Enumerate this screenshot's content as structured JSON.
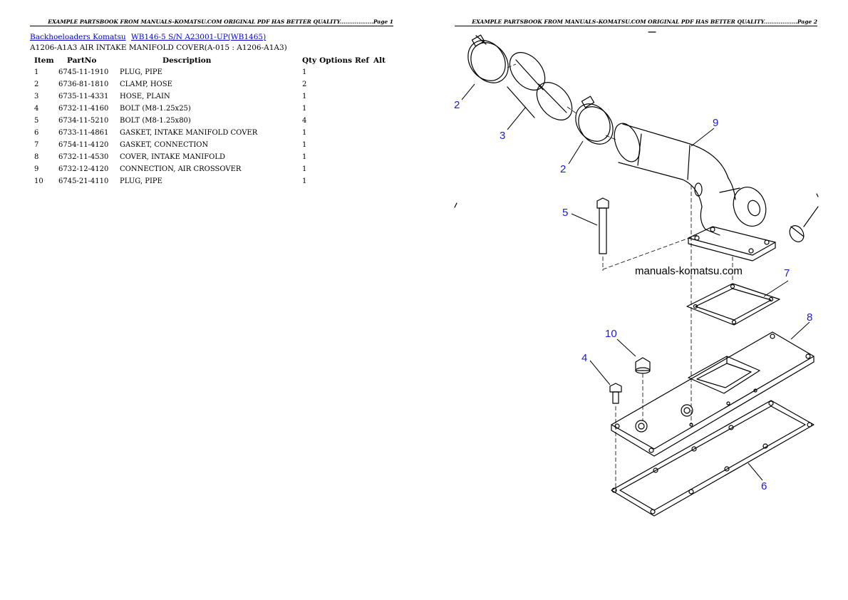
{
  "header": {
    "left": "EXAMPLE PARTSBOOK FROM MANUALS-KOMATSU.COM ORIGINAL PDF HAS BETTER QUALITY..................Page 1",
    "right": "EXAMPLE PARTSBOOK FROM MANUALS-KOMATSU.COM ORIGINAL PDF HAS BETTER QUALITY..................Page 2"
  },
  "breadcrumb": {
    "category": "Backhoeloaders Komatsu",
    "model": "WB146-5 S/N A23001-UP(WB1465)"
  },
  "group_title": "A1206-A1A3 AIR INTAKE MANIFOLD COVER(A-015 : A1206-A1A3)",
  "table": {
    "headers": {
      "item": "Item",
      "partno": "PartNo",
      "description": "Description",
      "qty": "Qty",
      "options": "Options",
      "ref": "Ref",
      "alt": "Alt"
    },
    "rows": [
      {
        "item": "1",
        "partno": "6745-11-1910",
        "description": "PLUG, PIPE",
        "qty": "1"
      },
      {
        "item": "2",
        "partno": "6736-81-1810",
        "description": "CLAMP, HOSE",
        "qty": "2"
      },
      {
        "item": "3",
        "partno": "6735-11-4331",
        "description": "HOSE, PLAIN",
        "qty": "1"
      },
      {
        "item": "4",
        "partno": "6732-11-4160",
        "description": "BOLT (M8-1.25x25)",
        "qty": "1"
      },
      {
        "item": "5",
        "partno": "6734-11-5210",
        "description": "BOLT (M8-1.25x80)",
        "qty": "4"
      },
      {
        "item": "6",
        "partno": "6733-11-4861",
        "description": "GASKET, INTAKE MANIFOLD COVER",
        "qty": "1"
      },
      {
        "item": "7",
        "partno": "6754-11-4120",
        "description": "GASKET, CONNECTION",
        "qty": "1"
      },
      {
        "item": "8",
        "partno": "6732-11-4530",
        "description": "COVER, INTAKE MANIFOLD",
        "qty": "1"
      },
      {
        "item": "9",
        "partno": "6732-12-4120",
        "description": "CONNECTION, AIR CROSSOVER",
        "qty": "1"
      },
      {
        "item": "10",
        "partno": "6745-21-4110",
        "description": "PLUG, PIPE",
        "qty": "1"
      }
    ]
  },
  "diagram": {
    "watermark": "manuals-komatsu.com",
    "callouts": {
      "c2a": "2",
      "c3": "3",
      "c2b": "2",
      "c9": "9",
      "c5": "5",
      "c7": "7",
      "c8": "8",
      "c10": "10",
      "c4": "4",
      "c6": "6"
    },
    "line_color": "#000000",
    "callout_color": "#1a1ad8"
  }
}
